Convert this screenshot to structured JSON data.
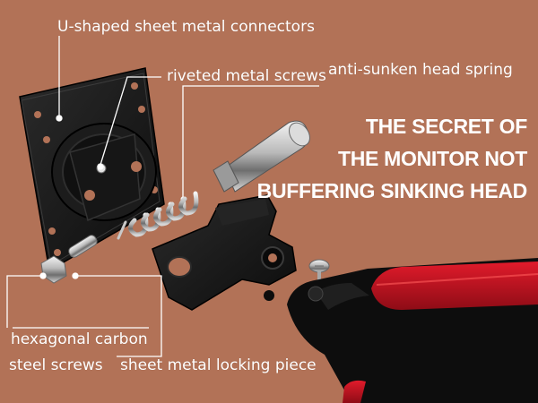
{
  "labels": {
    "u_shaped": "U-shaped sheet metal connectors",
    "riveted": "riveted metal screws",
    "anti_sunken": "anti-sunken head spring",
    "hexagonal_line1": "hexagonal carbon",
    "hexagonal_line2": "steel screws",
    "locking_piece": "sheet metal locking piece"
  },
  "headline": {
    "line1": "THE SECRET OF",
    "line2": "THE MONITOR NOT",
    "line3": "BUFFERING SINKING HEAD"
  },
  "colors": {
    "background": "#b27257",
    "label_text": "#ffffff",
    "leader_line": "#ffffff",
    "metal_part": "#141414",
    "arm_accent": "#c8102e"
  }
}
